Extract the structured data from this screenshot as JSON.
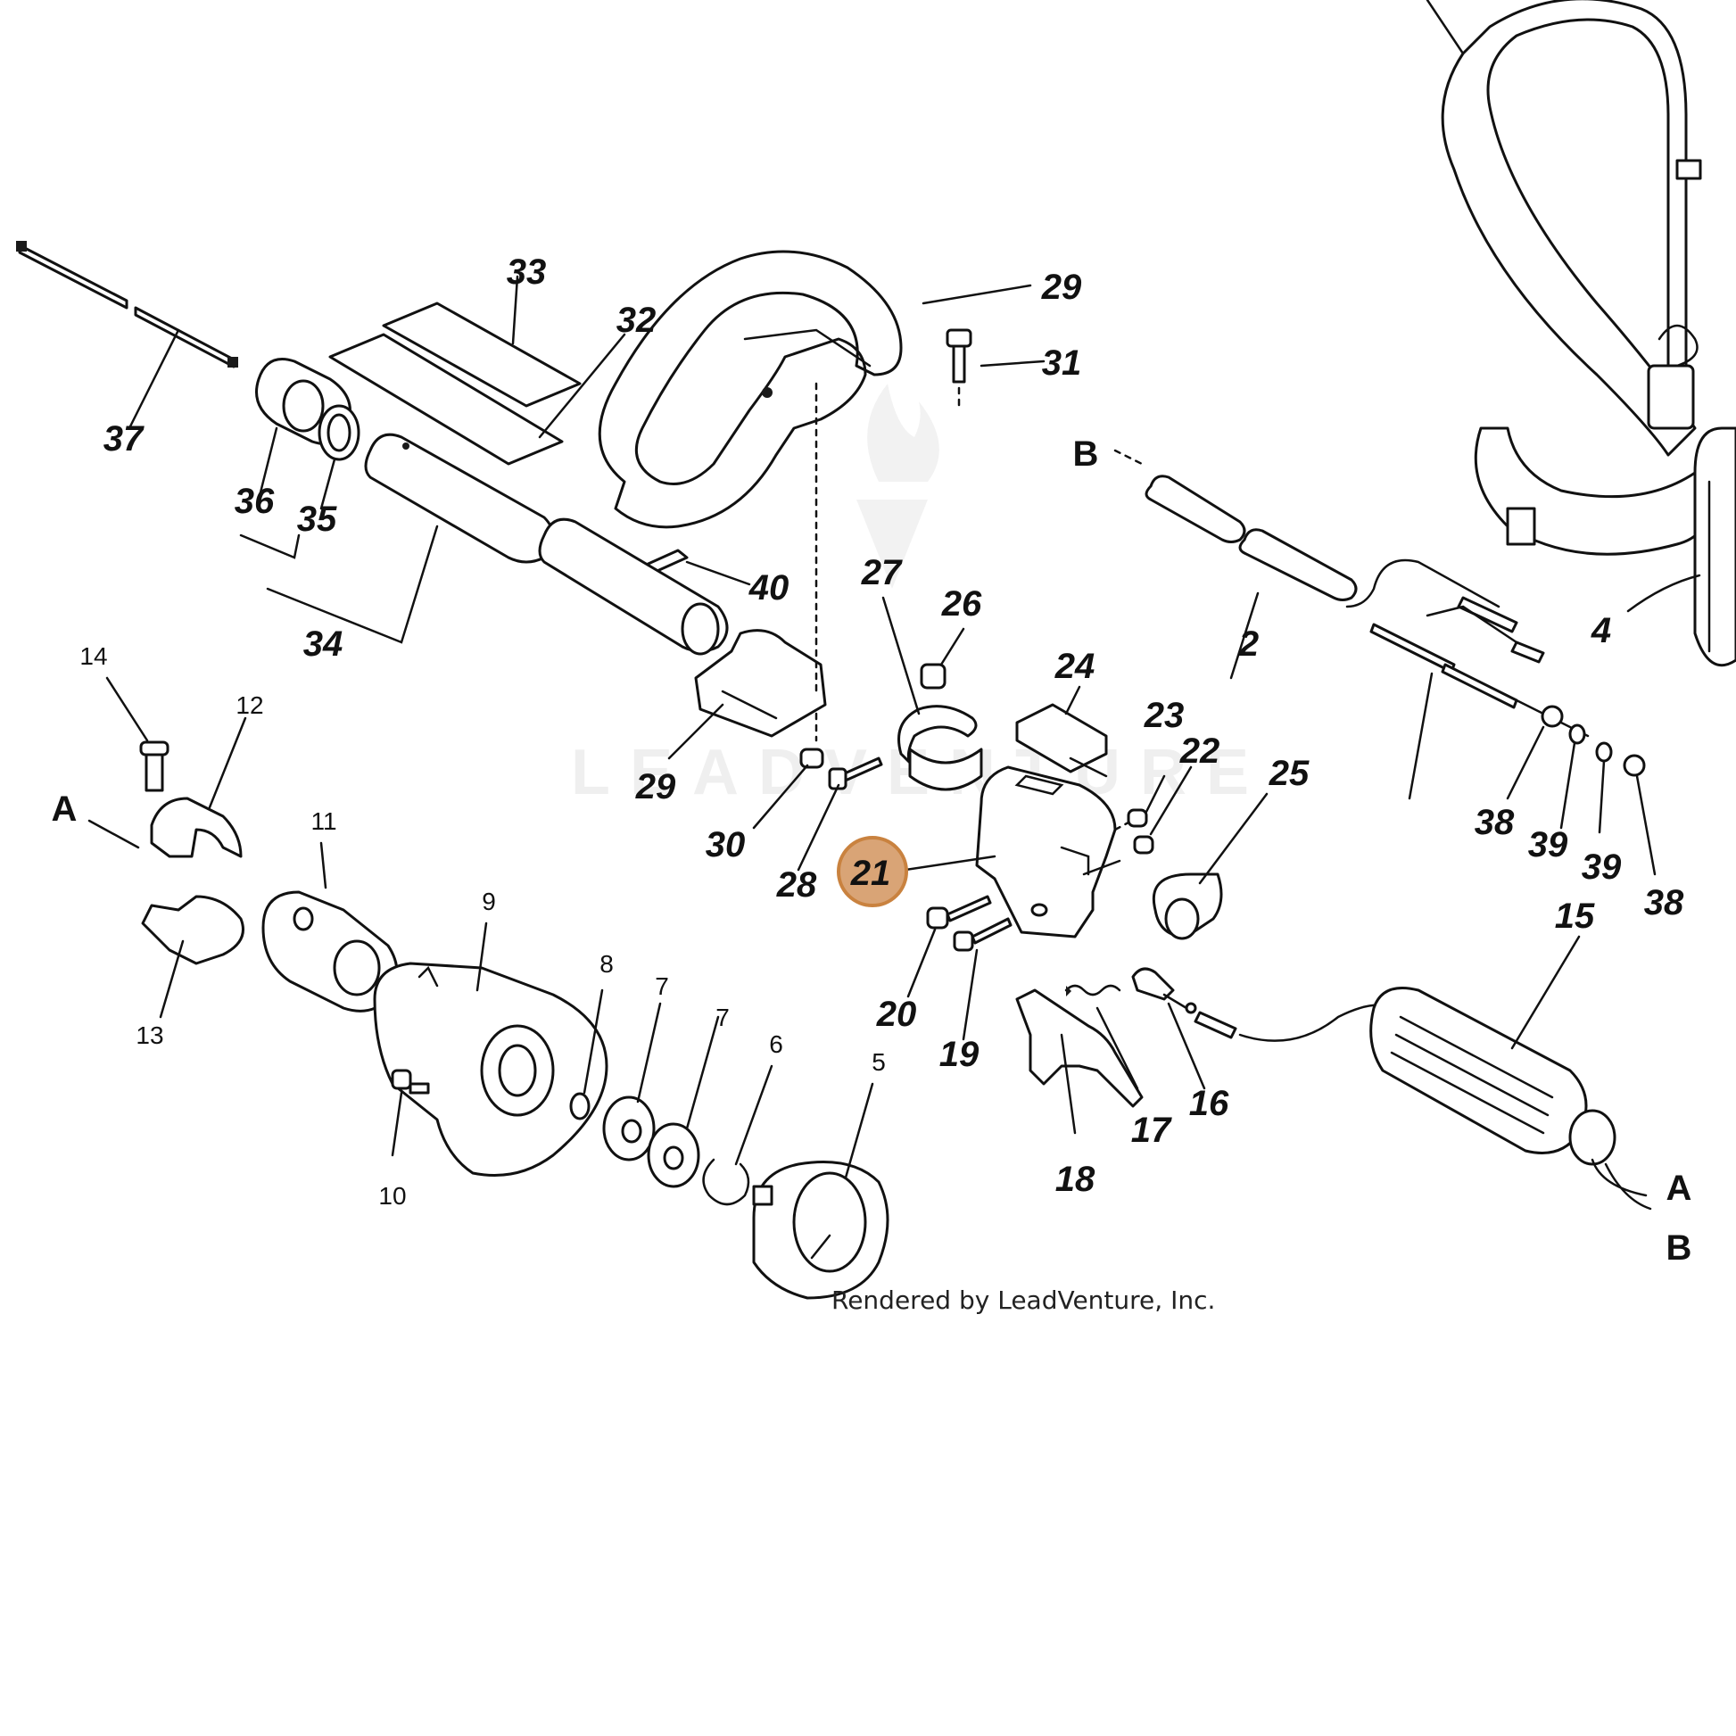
{
  "highlight_color": "#d9a476",
  "highlight_stroke": "#c9823f",
  "highlighted_part": "21",
  "credit": "Rendered by LeadVenture, Inc.",
  "watermark": "LEADVENTURE",
  "labels": {
    "p2": "2",
    "p4": "4",
    "p5": "5",
    "p6": "6",
    "p7a": "7",
    "p7b": "7",
    "p8": "8",
    "p9": "9",
    "p10": "10",
    "p11": "11",
    "p12": "12",
    "p13": "13",
    "p14": "14",
    "p15": "15",
    "p16": "16",
    "p17": "17",
    "p18": "18",
    "p19": "19",
    "p20": "20",
    "p21": "21",
    "p22": "22",
    "p23": "23",
    "p24": "24",
    "p25": "25",
    "p26": "26",
    "p27": "27",
    "p28": "28",
    "p29a": "29",
    "p29b": "29",
    "p30": "30",
    "p31": "31",
    "p32": "32",
    "p33": "33",
    "p34": "34",
    "p35": "35",
    "p36": "36",
    "p37": "37",
    "p38a": "38",
    "p38b": "38",
    "p39a": "39",
    "p39b": "39",
    "p40": "40",
    "refA1": "A",
    "refA2": "A",
    "refB1": "B",
    "refB2": "B"
  }
}
